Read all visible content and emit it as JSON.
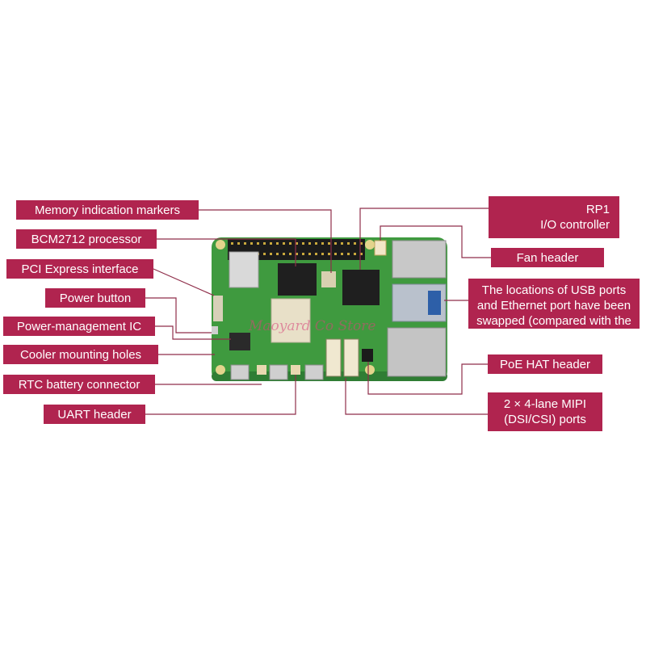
{
  "labels": {
    "memory_markers": "Memory indication markers",
    "processor": "BCM2712 processor",
    "pcie": "PCI Express interface",
    "power_button": "Power button",
    "pmic": "Power-management IC",
    "cooler_holes": "Cooler mounting holes",
    "rtc": "RTC battery connector",
    "uart": "UART header",
    "rp1_line1": "RP1",
    "rp1_line2": "I/O controller",
    "fan": "Fan header",
    "usb_line1": "The locations of USB ports",
    "usb_line2": "and Ethernet port have been",
    "usb_line3": "swapped (compared with the",
    "poe": "PoE HAT header",
    "mipi_line1": "2 × 4-lane MIPI",
    "mipi_line2": "(DSI/CSI) ports"
  },
  "watermark": "Maoyard Co Store",
  "colors": {
    "callout": "#b0244f",
    "leader": "#8f2e4a",
    "pcb": "#3f9a3f"
  }
}
